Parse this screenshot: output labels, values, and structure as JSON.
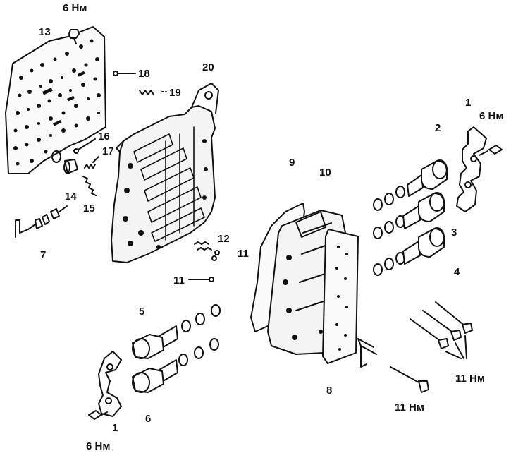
{
  "diagram": {
    "colors": {
      "ink": "#111111",
      "paper": "#ffffff"
    },
    "labels": {
      "p1a": "1",
      "p1b": "1",
      "p2": "2",
      "p3": "3",
      "p4": "4",
      "p5": "5",
      "p6": "6",
      "p7": "7",
      "p8": "8",
      "p9": "9",
      "p10": "10",
      "p11a": "11",
      "p11b": "11",
      "p12": "12",
      "p13": "13",
      "p14": "14",
      "p15": "15",
      "p16": "16",
      "p17": "17",
      "p18": "18",
      "p19": "19",
      "p20": "20",
      "t6nm_top": "6 Нм",
      "t6nm_right": "6 Нм",
      "t6nm_bottom": "6 Нм",
      "t11nm_bolts": "11 Нм",
      "t11nm_long": "11 Нм"
    }
  }
}
